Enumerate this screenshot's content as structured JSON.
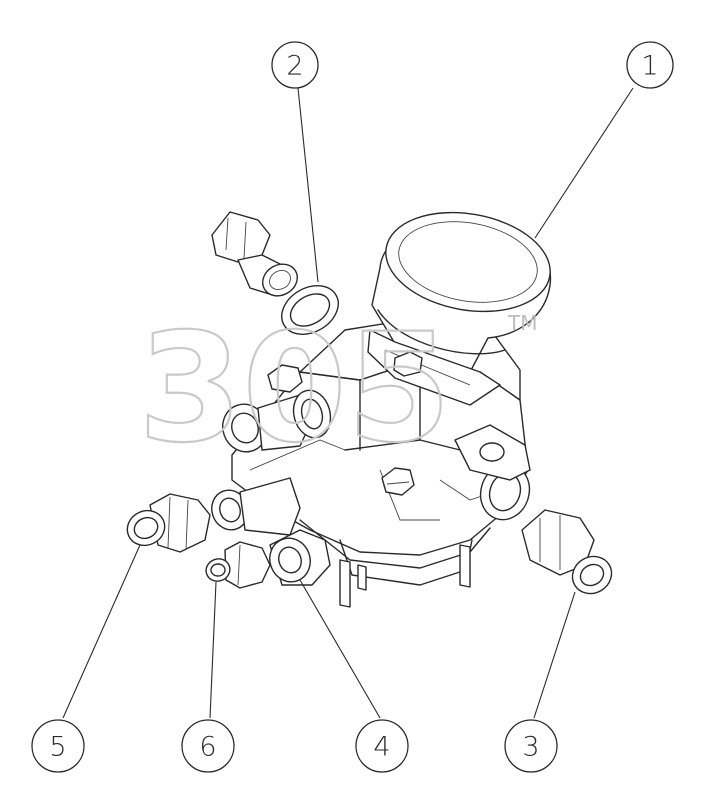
{
  "diagram": {
    "callouts": [
      {
        "id": "1",
        "label": "1"
      },
      {
        "id": "2",
        "label": "2"
      },
      {
        "id": "3",
        "label": "3"
      },
      {
        "id": "4",
        "label": "4"
      },
      {
        "id": "5",
        "label": "5"
      },
      {
        "id": "6",
        "label": "6"
      }
    ],
    "watermark": {
      "text": "305",
      "trademark": "TM"
    },
    "colors": {
      "line": "#2a2a2a",
      "watermark": "#c9c9c9",
      "background": "#ffffff"
    }
  }
}
